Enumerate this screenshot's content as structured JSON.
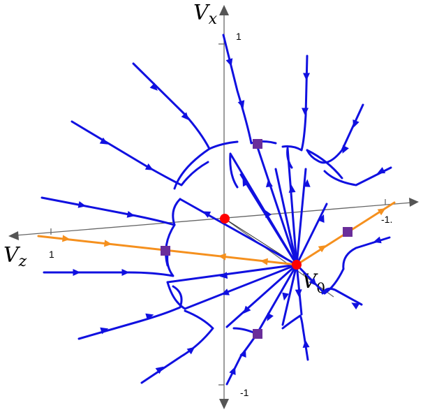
{
  "axes": {
    "vx_label": "V",
    "vx_sub": "x",
    "vz_label": "V",
    "vz_sub": "z",
    "v0_label": "V",
    "v0_sub": "0"
  },
  "ticks": {
    "vx_pos": "1",
    "vx_neg": "-1",
    "vz_pos": "1",
    "vz_neg": "-1."
  },
  "colors": {
    "flow_lines": "#1010e0",
    "special_line": "#f5901e",
    "fixed_points": "#ff0000",
    "markers": "#6a2e9a",
    "axes": "#666666"
  }
}
